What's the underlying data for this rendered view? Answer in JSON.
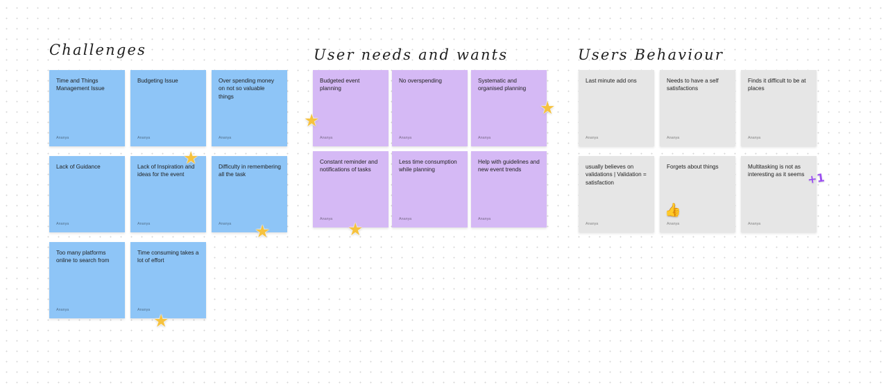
{
  "sections": {
    "challenges": {
      "title": "Challenges",
      "notes": [
        {
          "text": "Time and Things Management Issue",
          "author": "Ananya"
        },
        {
          "text": "Budgeting Issue",
          "author": "Ananya"
        },
        {
          "text": "Over spending money on not so valuable things",
          "author": "Ananya"
        },
        {
          "text": "Lack of Guidance",
          "author": "Ananya"
        },
        {
          "text": "Lack of Inspiration and ideas for the event",
          "author": "Ananya"
        },
        {
          "text": "Difficulty in remembering all the task",
          "author": "Ananya"
        },
        {
          "text": "Too many platforms online to search from",
          "author": "Ananya"
        },
        {
          "text": "Time consuming takes a lot of effort",
          "author": "Ananya"
        }
      ]
    },
    "needs": {
      "title": "User needs and wants",
      "notes": [
        {
          "text": "Budgeted event planning",
          "author": "Ananya"
        },
        {
          "text": "No overspending",
          "author": "Ananya"
        },
        {
          "text": "Systematic and organised planning",
          "author": "Ananya"
        },
        {
          "text": "Constant reminder and notifications of tasks",
          "author": "Ananya"
        },
        {
          "text": "Less time consumption while planning",
          "author": "Ananya"
        },
        {
          "text": "Help with guidelines and new event trends",
          "author": "Ananya"
        }
      ]
    },
    "behaviour": {
      "title": "Users Behaviour",
      "notes": [
        {
          "text": "Last minute add ons",
          "author": "Ananya"
        },
        {
          "text": "Needs to have a self satisfactions",
          "author": "Ananya"
        },
        {
          "text": "Finds it difficult to be at places",
          "author": "Ananya"
        },
        {
          "text": "usually believes on validations | Validation = satisfaction",
          "author": "Ananya"
        },
        {
          "text": "Forgets about things",
          "author": "Ananya"
        },
        {
          "text": "Multitasking is not as interesting as it seems",
          "author": "Ananya"
        }
      ]
    }
  },
  "stickers": {
    "star": "★",
    "thumb": "👍",
    "plus_one": "+1"
  },
  "colors": {
    "challenges_note": "#8ec5f7",
    "needs_note": "#d5b9f5",
    "behaviour_note": "#e6e6e6",
    "star": "#f6c23e",
    "thumb": "#3f9a4d",
    "plus_one": "#9b4ff0"
  },
  "icons": {
    "star": "star-sticker-icon",
    "thumb": "thumbs-up-sticker-icon",
    "plus_one": "plus-one-sticker-icon"
  }
}
